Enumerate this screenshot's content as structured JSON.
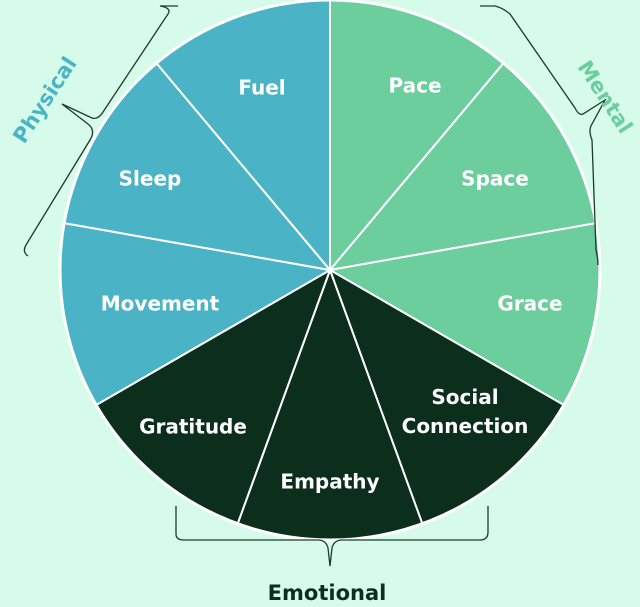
{
  "colors": {
    "physical": "#4ab3c5",
    "mental": "#6ccd9d",
    "emotional": "#0c2e1c",
    "background": "#d6fbea"
  },
  "segments": [
    {
      "label": "Pace",
      "group": "mental"
    },
    {
      "label": "Space",
      "group": "mental"
    },
    {
      "label": "Grace",
      "group": "mental"
    },
    {
      "label": "Social Connection",
      "group": "emotional"
    },
    {
      "label": "Empathy",
      "group": "emotional"
    },
    {
      "label": "Gratitude",
      "group": "emotional"
    },
    {
      "label": "Movement",
      "group": "physical"
    },
    {
      "label": "Sleep",
      "group": "physical"
    },
    {
      "label": "Fuel",
      "group": "physical"
    }
  ],
  "social_lines": [
    "Social",
    "Connection"
  ],
  "groups": {
    "physical": "Physical",
    "mental": "Mental",
    "emotional": "Emotional"
  }
}
